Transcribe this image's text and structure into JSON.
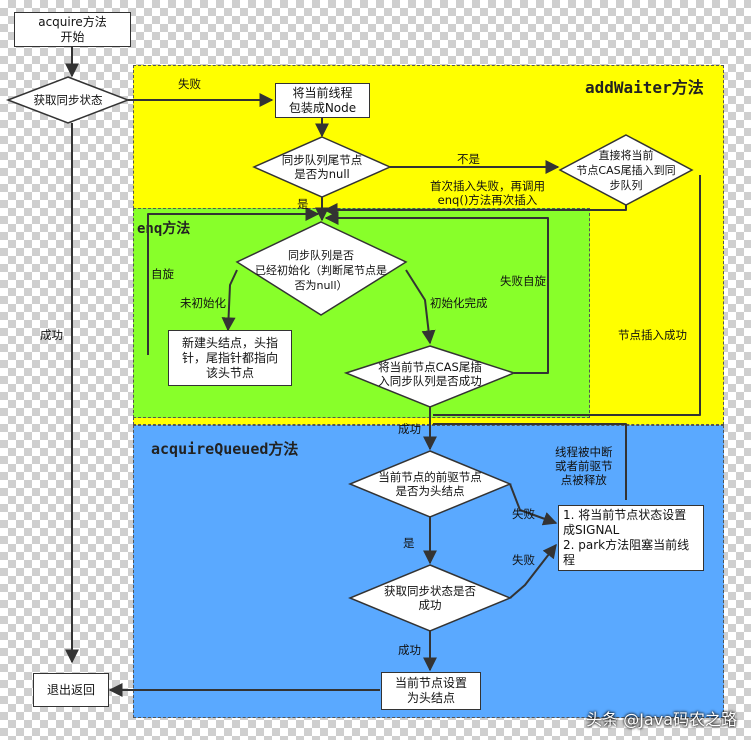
{
  "regions": {
    "addwaiter": "addWaiter方法",
    "enq": "enq方法",
    "acquirequeued": "acquireQueued方法"
  },
  "nodes": {
    "start": "acquire方法\n开始",
    "get_state": "获取同步状态",
    "wrap_node": "将当前线程\n包装成Node",
    "tail_null": "同步队列尾节点\n是否为null",
    "insert_tail": "直接将当前\n节点CAS尾插入到同\n步队列",
    "queue_init": "同步队列是否\n已经初始化（判断尾节点是\n否为null）",
    "new_head": "新建头结点，头指\n针，尾指针都指向\n该头节点",
    "cas_tail": "将当前节点CAS尾插\n入同步队列是否成功",
    "pred_head": "当前节点的前驱节点\n是否为头结点",
    "try_acquire": "获取同步状态是否\n成功",
    "park": "1. 将当前节点状态设置\n成SIGNAL\n2. park方法阻塞当前线\n程",
    "set_head": "当前节点设置\n为头结点",
    "exit": "退出返回"
  },
  "edge_labels": {
    "fail": "失败",
    "no": "不是",
    "first_insert_fail": "首次插入失败，再调用\nenq()方法再次插入",
    "yes": "是",
    "self_spin": "自旋",
    "fail_spin": "失败自旋",
    "not_init": "未初始化",
    "init_done": "初始化完成",
    "success_main": "成功",
    "node_insert_ok": "节点插入成功",
    "success_enq": "成功",
    "interrupted": "线程被中断\n或者前驱节\n点被释放",
    "fail_pred": "失败",
    "yes_pred": "是",
    "fail_acquire": "失败",
    "success_acquire": "成功"
  },
  "watermark": "头条 @Java码农之路"
}
